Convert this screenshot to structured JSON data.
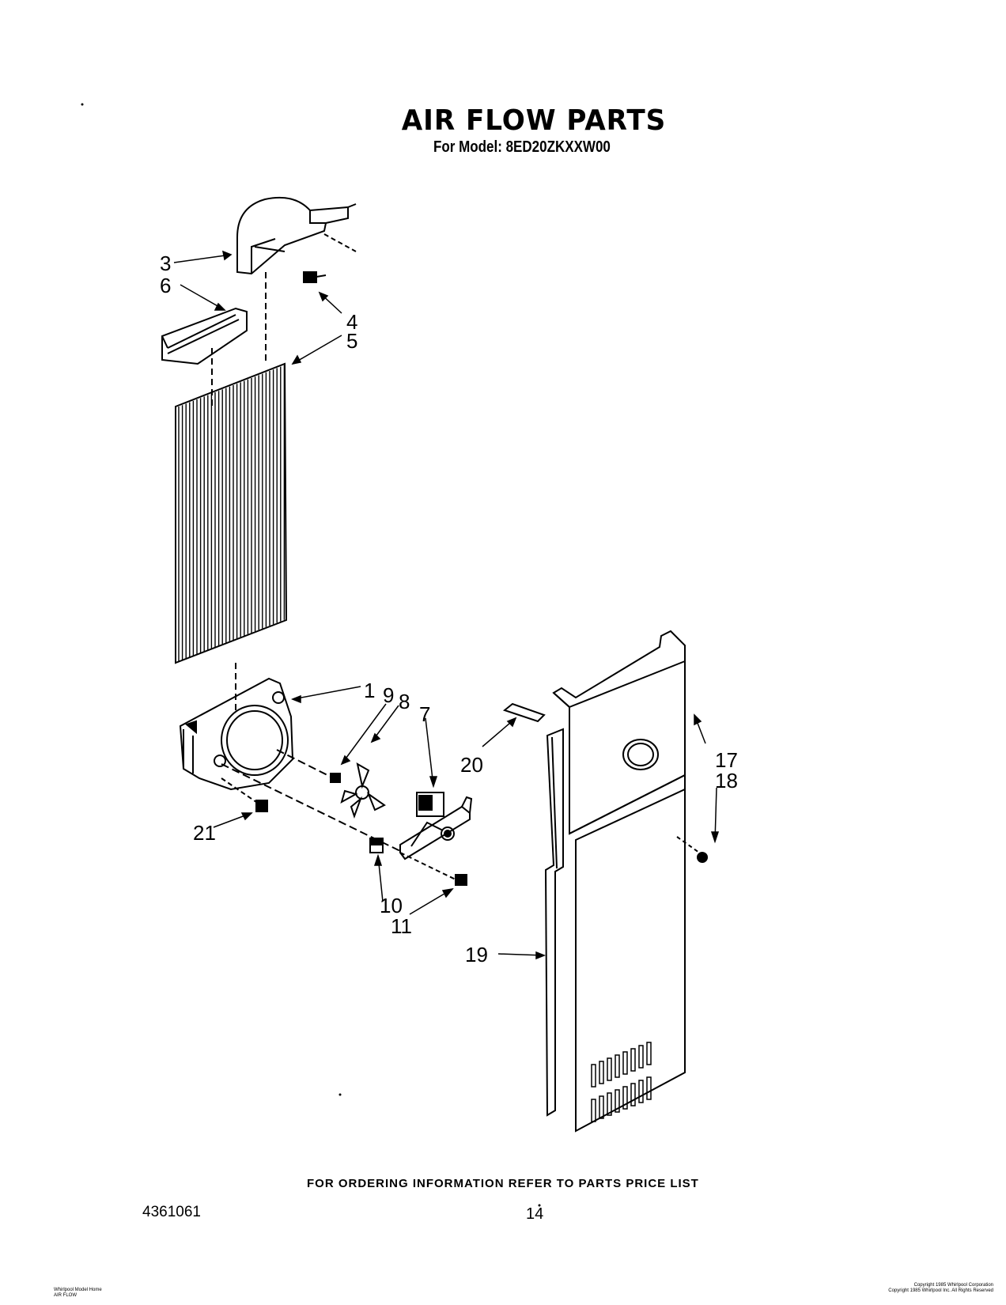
{
  "page": {
    "title": "AIR FLOW PARTS",
    "subtitle": "For Model: 8ED20ZKXXW00"
  },
  "callouts": {
    "c1": "1",
    "c3": "3",
    "c4": "4",
    "c5": "5",
    "c6": "6",
    "c7": "7",
    "c8": "8",
    "c9": "9",
    "c10": "10",
    "c11": "11",
    "c17": "17",
    "c18": "18",
    "c19": "19",
    "c20": "20",
    "c21": "21"
  },
  "footer": {
    "ordering_info": "FOR ORDERING INFORMATION REFER TO PARTS PRICE LIST",
    "document_number": "4361061",
    "page_number": "14",
    "fine_print_left_1": "Whirlpool Model Home",
    "fine_print_left_2": "AIR FLOW",
    "fine_print_right_1": "Copyright 1985 Whirlpool Corporation",
    "fine_print_right_2": "Copyright 1985 Whirlpool Inc. All Rights Reserved"
  }
}
